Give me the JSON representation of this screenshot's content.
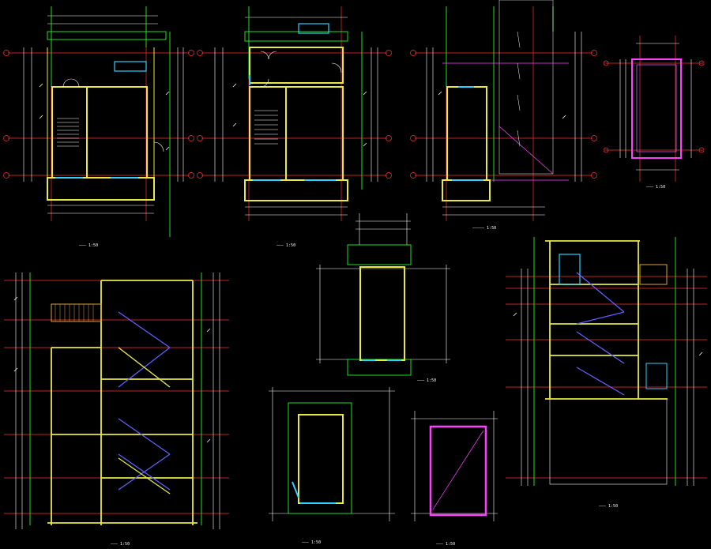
{
  "sheet": {
    "background": "#000000",
    "colors": {
      "wall": "#e8e840",
      "axis": "#ff3030",
      "dim": "#ffffff",
      "green": "#20e020",
      "magenta": "#ff40ff",
      "cyan": "#30d0ff",
      "blue": "#6060ff",
      "orange": "#e0a040",
      "purple": "#c060ff"
    }
  },
  "drawings": [
    {
      "id": "plan-a",
      "caption": "——— 1:50"
    },
    {
      "id": "plan-b",
      "caption": "——— 1:50"
    },
    {
      "id": "plan-c",
      "caption": "————— 1:50"
    },
    {
      "id": "small-plan-top",
      "caption": "——— 1:50"
    },
    {
      "id": "section-left",
      "caption": "——— 1:50"
    },
    {
      "id": "small-plan-mid",
      "caption": "——— 1:50"
    },
    {
      "id": "section-right",
      "caption": "——— 1:50"
    },
    {
      "id": "small-plan-bottom",
      "caption": "——— 1:50"
    },
    {
      "id": "small-plan-magenta",
      "caption": "——— 1:50"
    }
  ]
}
